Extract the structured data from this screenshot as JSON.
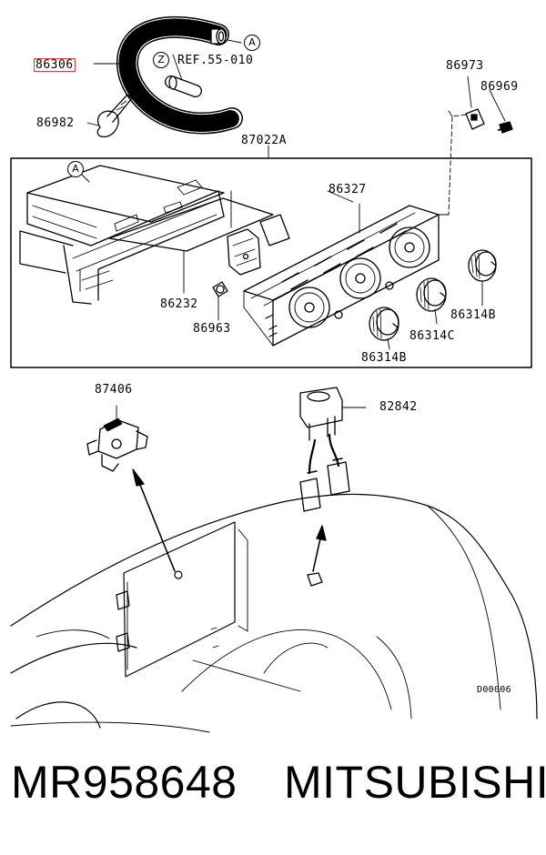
{
  "diagram": {
    "labels": {
      "p86306": "86306",
      "p86982": "86982",
      "ref": "REF.55-010",
      "ref_marker": "Z",
      "p86973": "86973",
      "p86969": "86969",
      "p87022A": "87022A",
      "p86327": "86327",
      "p86232": "86232",
      "p86963": "86963",
      "p86314B_right": "86314B",
      "p86314C": "86314C",
      "p86314B_lower": "86314B",
      "p87406": "87406",
      "p82842": "82842",
      "marker_a1": "A",
      "marker_a2": "A",
      "code": "D00006"
    }
  },
  "footer": {
    "part_number": "MR958648",
    "manufacturer": "MITSUBISHI"
  },
  "colors": {
    "highlight": "#e23b3b",
    "ink": "#000000"
  }
}
